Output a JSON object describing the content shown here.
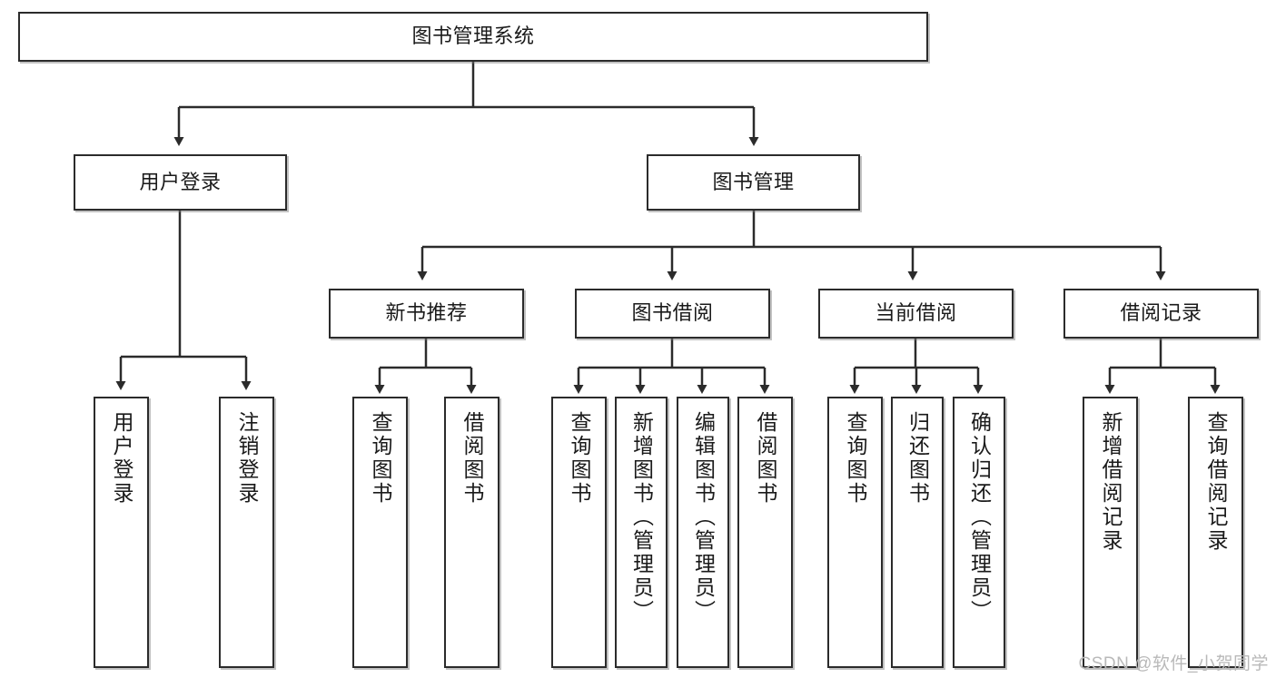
{
  "diagram": {
    "title": "图书管理系统",
    "type": "tree-hierarchy",
    "root": {
      "label": "图书管理系统"
    },
    "level2": [
      {
        "label": "用户登录"
      },
      {
        "label": "图书管理"
      }
    ],
    "level3": [
      {
        "label": "新书推荐"
      },
      {
        "label": "图书借阅"
      },
      {
        "label": "当前借阅"
      },
      {
        "label": "借阅记录"
      }
    ],
    "leaves": {
      "user_login": [
        {
          "label": "用户登录"
        },
        {
          "label": "注销登录"
        }
      ],
      "new_book_recommend": [
        {
          "label": "查询图书"
        },
        {
          "label": "借阅图书"
        }
      ],
      "book_borrow": [
        {
          "label": "查询图书"
        },
        {
          "label": "新增图书（管理员）"
        },
        {
          "label": "编辑图书（管理员）"
        },
        {
          "label": "借阅图书"
        }
      ],
      "current_borrow": [
        {
          "label": "查询图书"
        },
        {
          "label": "归还图书"
        },
        {
          "label": "确认归还（管理员）"
        }
      ],
      "borrow_record": [
        {
          "label": "新增借阅记录"
        },
        {
          "label": "查询借阅记录"
        }
      ]
    }
  },
  "watermark": {
    "text": "CSDN @软件_小贺同学"
  },
  "colors": {
    "border": "#2b2b2b",
    "text": "#1a1a1a",
    "background": "#ffffff",
    "watermark": "#b9b9b9"
  }
}
